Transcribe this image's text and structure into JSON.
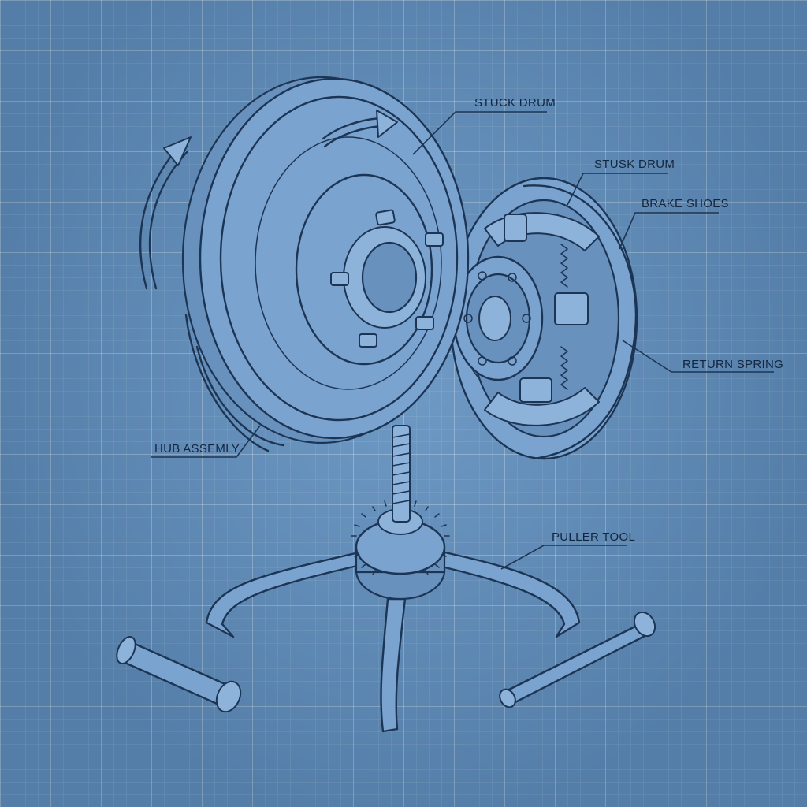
{
  "labels": {
    "stuck_drum": "STUCK DRUM",
    "stusk_drum": "STUSK DRUM",
    "brake_shoes": "BRAKE SHOES",
    "return_spring": "RETURN SPRING",
    "hub_assembly": "HUB ASSEMLY",
    "puller_tool": "PULLER TOOL"
  },
  "colors": {
    "background": "#5f8fbf",
    "ink": "#1d3554",
    "part_fill": "#7aa3cf"
  }
}
